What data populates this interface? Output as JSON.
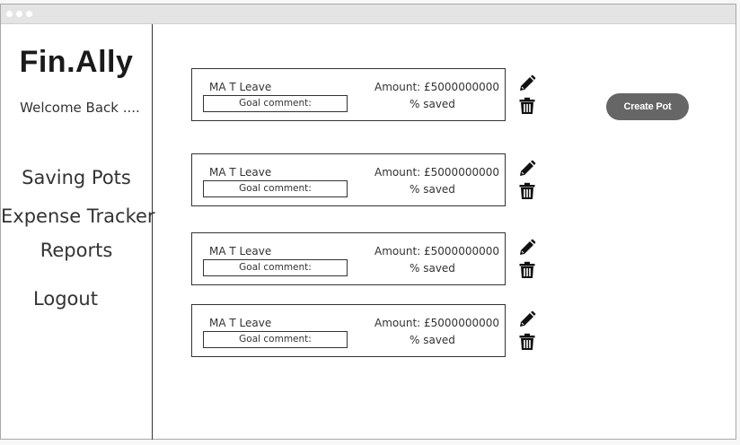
{
  "app": {
    "logo": "Fin.Ally",
    "welcome": "Welcome Back ...."
  },
  "nav": {
    "items": [
      {
        "label": "Saving Pots"
      },
      {
        "label": "Expense Tracker"
      },
      {
        "label": "Reports"
      },
      {
        "label": "Logout"
      }
    ]
  },
  "pots": [
    {
      "name": "MA T Leave",
      "comment": "Goal comment:",
      "amount": "Amount: £5000000000",
      "saved": "% saved"
    },
    {
      "name": "MA T Leave",
      "comment": "Goal comment:",
      "amount": "Amount: £5000000000",
      "saved": "% saved"
    },
    {
      "name": "MA T Leave",
      "comment": "Goal comment:",
      "amount": "Amount: £5000000000",
      "saved": "% saved"
    },
    {
      "name": "MA T Leave",
      "comment": "Goal comment:",
      "amount": "Amount: £5000000000",
      "saved": "% saved"
    }
  ],
  "actions": {
    "create_pot": "Create Pot",
    "edit_icon": "pencil-icon",
    "delete_icon": "trash-icon"
  },
  "colors": {
    "button_bg": "#666666",
    "button_text": "#ffffff",
    "border": "#333333"
  }
}
